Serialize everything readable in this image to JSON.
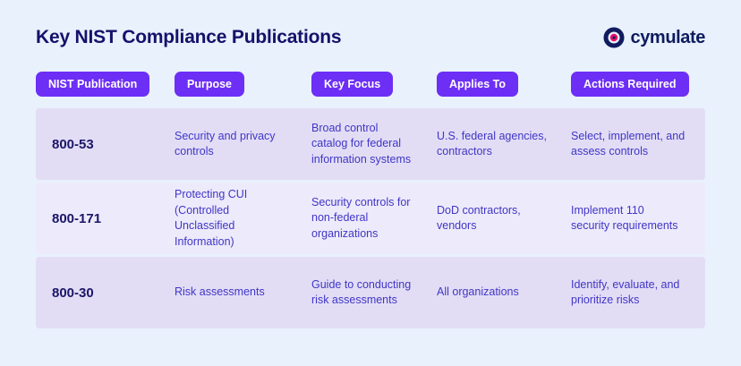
{
  "header": {
    "title": "Key NIST Compliance Publications",
    "brand": "cymulate"
  },
  "colors": {
    "page_background": "#e9f1fc",
    "pill_purple": "#6d2ef5",
    "row_dark": "#e2ddf5",
    "row_light": "#edeafb",
    "title_navy": "#14126b",
    "cell_indigo": "#4036c6",
    "logo_navy": "#101c5f",
    "logo_magenta": "#ec0f69"
  },
  "chart_data": {
    "type": "table",
    "title": "Key NIST Compliance Publications",
    "columns": [
      "NIST Publication",
      "Purpose",
      "Key Focus",
      "Applies To",
      "Actions Required"
    ],
    "rows": [
      [
        "800-53",
        "Security and privacy controls",
        "Broad control catalog for federal information systems",
        "U.S. federal agencies, contractors",
        "Select, implement, and assess controls"
      ],
      [
        "800-171",
        "Protecting CUI (Controlled Unclassified Information)",
        "Security controls for non-federal organizations",
        "DoD contractors, vendors",
        "Implement 110 security requirements"
      ],
      [
        "800-30",
        "Risk assessments",
        "Guide to conducting risk assessments",
        "All organizations",
        "Identify, evaluate, and prioritize risks"
      ]
    ]
  }
}
